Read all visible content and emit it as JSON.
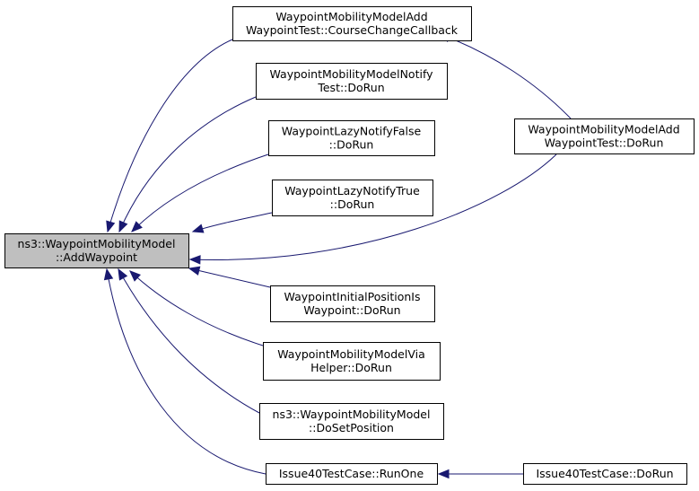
{
  "diagram": {
    "type": "call-graph",
    "colors": {
      "edge": "#191970",
      "focus_fill": "#bfbfbf",
      "node_fill": "#ffffff",
      "node_border": "#000000"
    },
    "nodes": {
      "add_waypoint": {
        "lines": [
          "ns3::WaypointMobilityModel",
          "::AddWaypoint"
        ],
        "focus": true
      },
      "course_change_callback": {
        "lines": [
          "WaypointMobilityModelAdd",
          "WaypointTest::CourseChangeCallback"
        ]
      },
      "notify_test_dorun": {
        "lines": [
          "WaypointMobilityModelNotify",
          "Test::DoRun"
        ]
      },
      "lazy_notify_false": {
        "lines": [
          "WaypointLazyNotifyFalse",
          "::DoRun"
        ]
      },
      "lazy_notify_true": {
        "lines": [
          "WaypointLazyNotifyTrue",
          "::DoRun"
        ]
      },
      "initial_position": {
        "lines": [
          "WaypointInitialPositionIs",
          "Waypoint::DoRun"
        ]
      },
      "via_helper": {
        "lines": [
          "WaypointMobilityModelVia",
          "Helper::DoRun"
        ]
      },
      "do_set_position": {
        "lines": [
          "ns3::WaypointMobilityModel",
          "::DoSetPosition"
        ]
      },
      "issue40_runone": {
        "lines": [
          "Issue40TestCase::RunOne"
        ]
      },
      "add_waypoint_test_dorun": {
        "lines": [
          "WaypointMobilityModelAdd",
          "WaypointTest::DoRun"
        ]
      },
      "issue40_dorun": {
        "lines": [
          "Issue40TestCase::DoRun"
        ]
      }
    },
    "edges": [
      {
        "from": "course_change_callback",
        "to": "add_waypoint"
      },
      {
        "from": "notify_test_dorun",
        "to": "add_waypoint"
      },
      {
        "from": "lazy_notify_false",
        "to": "add_waypoint"
      },
      {
        "from": "lazy_notify_true",
        "to": "add_waypoint"
      },
      {
        "from": "add_waypoint_test_dorun",
        "to": "add_waypoint"
      },
      {
        "from": "initial_position",
        "to": "add_waypoint"
      },
      {
        "from": "via_helper",
        "to": "add_waypoint"
      },
      {
        "from": "do_set_position",
        "to": "add_waypoint"
      },
      {
        "from": "issue40_runone",
        "to": "add_waypoint"
      },
      {
        "from": "add_waypoint_test_dorun",
        "to": "course_change_callback"
      },
      {
        "from": "issue40_dorun",
        "to": "issue40_runone"
      }
    ]
  }
}
